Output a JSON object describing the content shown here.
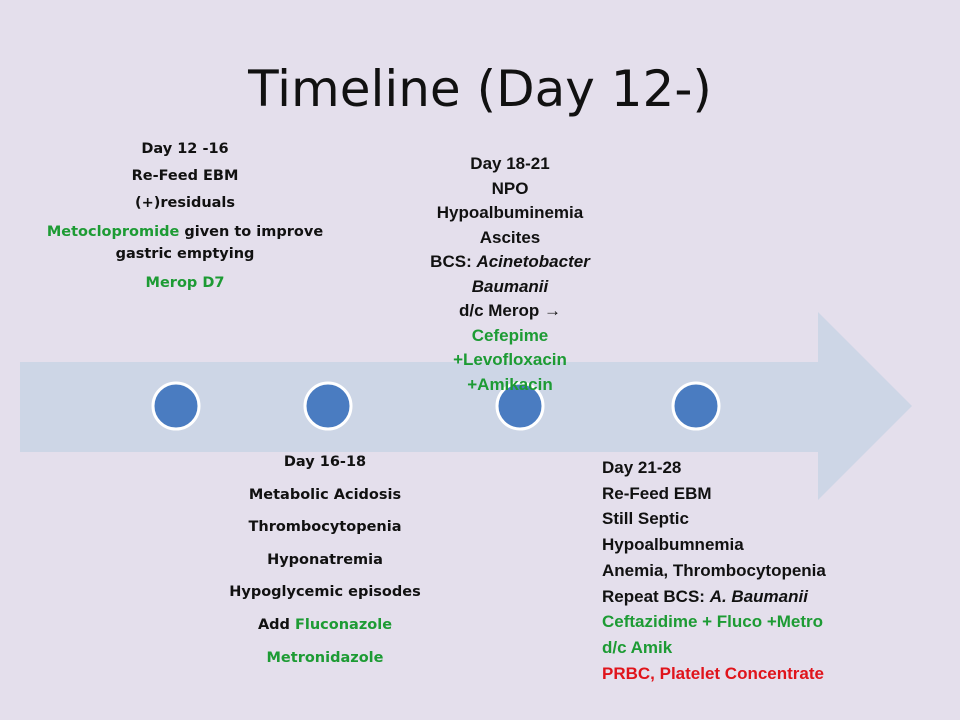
{
  "title": "Timeline (Day 12-)",
  "colors": {
    "background": "#e4dfec",
    "arrow": "#cdd6e6",
    "node_fill": "#4a7cc1",
    "node_stroke": "#ffffff",
    "green": "#1d9b34",
    "red": "#e0141b"
  },
  "nodes": [
    "node-1",
    "node-2",
    "node-3",
    "node-4"
  ],
  "block1": {
    "heading": "Day 12 -16",
    "l1": "Re-Feed EBM",
    "l2": "(+)residuals",
    "l3_green": "Metoclopromide",
    "l3_rest": " given to improve gastric emptying",
    "l4": "Merop D7"
  },
  "block2": {
    "heading": "Day 18-21",
    "l1": "NPO",
    "l2": "Hypoalbuminemia",
    "l3": "Ascites",
    "l4_a": "BCS: ",
    "l4_b": "Acinetobacter Baumanii",
    "l5": "d/c Merop →",
    "l6": "Cefepime",
    "l7": "+Levofloxacin",
    "l8": "+Amikacin"
  },
  "block3": {
    "heading": "Day 16-18",
    "l1": "Metabolic Acidosis",
    "l2": "Thrombocytopenia",
    "l3": "Hyponatremia",
    "l4": "Hypoglycemic episodes",
    "l5_a": "Add ",
    "l5_b": "Fluconazole",
    "l6": "Metronidazole"
  },
  "block4": {
    "heading": "Day 21-28",
    "l1": "Re-Feed EBM",
    "l2": "Still Septic",
    "l3": "Hypoalbumnemia",
    "l4": "Anemia, Thrombocytopenia",
    "l5_a": "Repeat BCS: ",
    "l5_b": "A. Baumanii",
    "l6": "Ceftazidime + Fluco +Metro",
    "l7": "d/c Amik",
    "l8": "PRBC, Platelet Concentrate"
  }
}
